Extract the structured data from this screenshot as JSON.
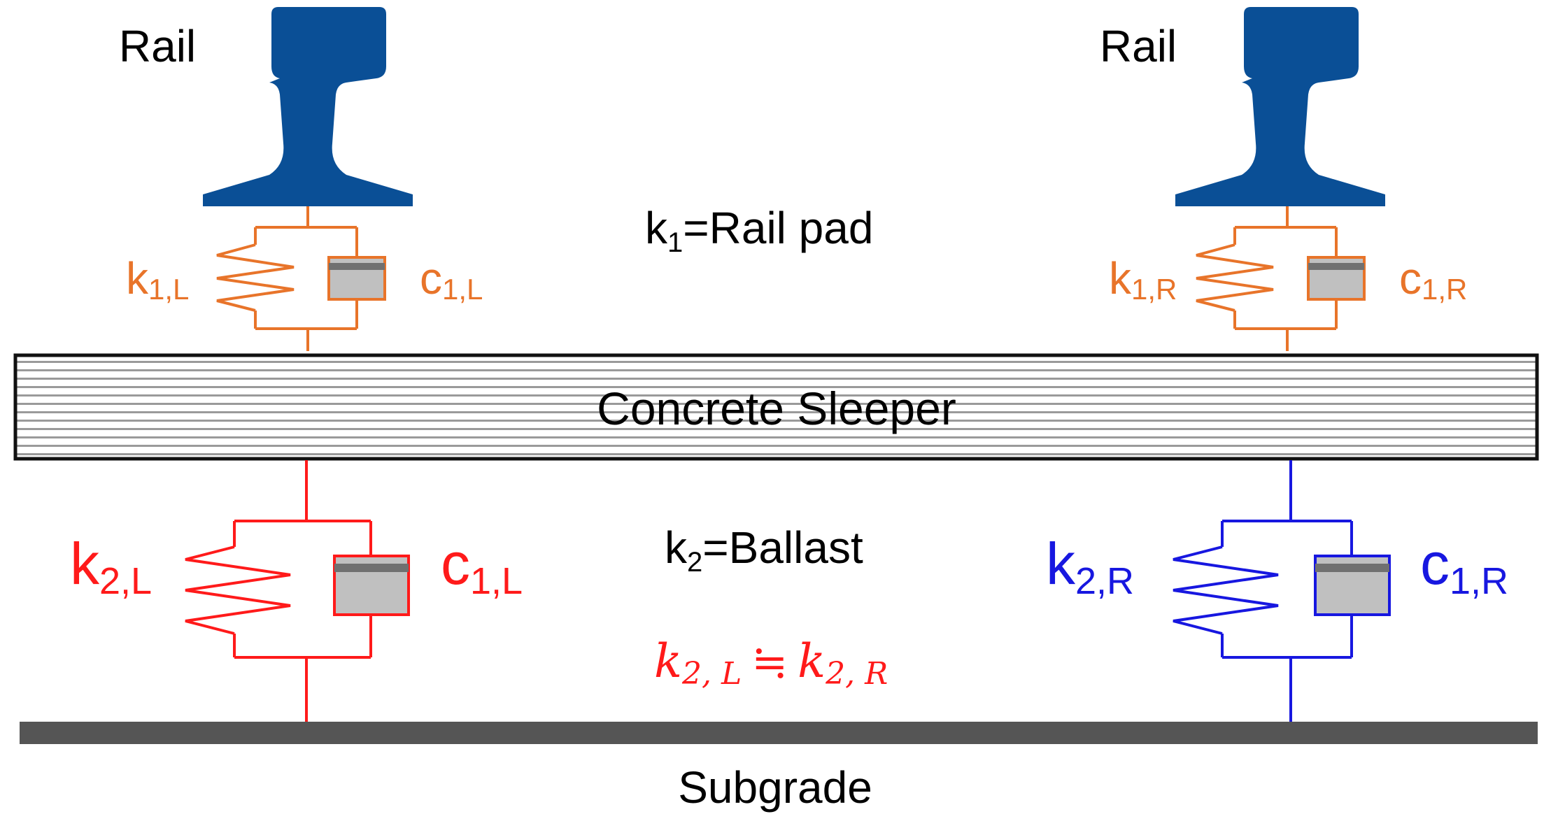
{
  "rail_left": "Rail",
  "rail_right": "Rail",
  "sleeper": "Concrete Sleeper",
  "subgrade": "Subgrade",
  "rail_pad": {
    "k": "k",
    "sub": "1",
    "rest": "=Rail pad"
  },
  "ballast": {
    "k": "k",
    "sub": "2",
    "rest": "=Ballast"
  },
  "pad_left": {
    "k_main": "k",
    "k_sub": "1,L",
    "c_main": "c",
    "c_sub": "1,L"
  },
  "pad_right": {
    "k_main": "k",
    "k_sub": "1,R",
    "c_main": "c",
    "c_sub": "1,R"
  },
  "ballast_left": {
    "k_main": "k",
    "k_sub": "2,L",
    "c_main": "c",
    "c_sub": "1,L"
  },
  "ballast_right": {
    "k_main": "k",
    "k_sub": "2,R",
    "c_main": "c",
    "c_sub": "1,R"
  },
  "equation": {
    "lhs_main": "k",
    "lhs_sub": "2, L",
    "op": "≒",
    "rhs_main": "k",
    "rhs_sub": "2, R"
  },
  "colors": {
    "rail": "#0a4f96",
    "pad": "#e8742a",
    "ballast_left": "#ff1a1a",
    "ballast_right": "#1717e0",
    "equation": "#ff1a1a",
    "damper_fill": "#c0c0c0",
    "damper_piston": "#707070",
    "subgrade": "#555555",
    "sleeper_stripe": "#9a9a9a"
  }
}
